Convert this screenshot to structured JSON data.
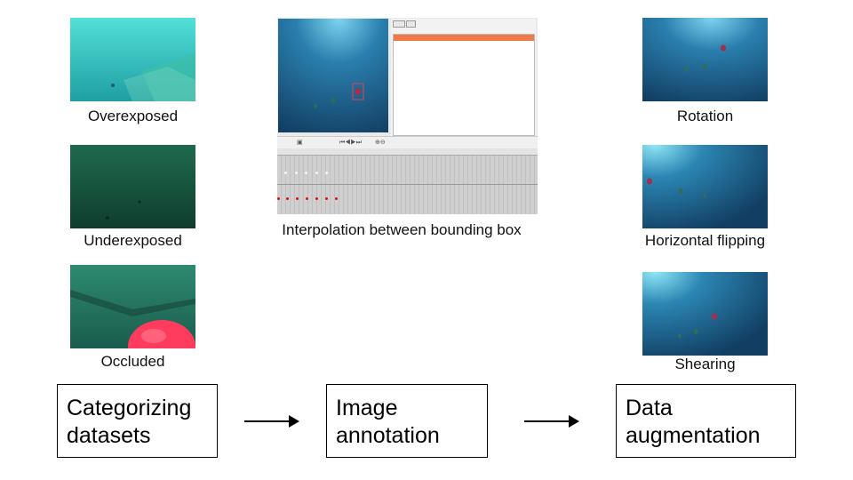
{
  "left_column": {
    "captions": [
      "Overexposed",
      "Underexposed",
      "Occluded"
    ]
  },
  "middle": {
    "caption": "Interpolation between bounding box"
  },
  "right_column": {
    "captions": [
      "Rotation",
      "Horizontal flipping",
      "Shearing"
    ]
  },
  "pipeline": {
    "steps": [
      "Categorizing datasets",
      "Image annotation",
      "Data augmentation"
    ]
  },
  "colors": {
    "overexposed": "#2fb6b0",
    "underexposed": "#1a5a3e",
    "deep_water": "#1d4f7a",
    "buoy_red": "#ff3b5e",
    "annotation_highlight": "#f07a45",
    "keyframe_red": "#e01010"
  }
}
